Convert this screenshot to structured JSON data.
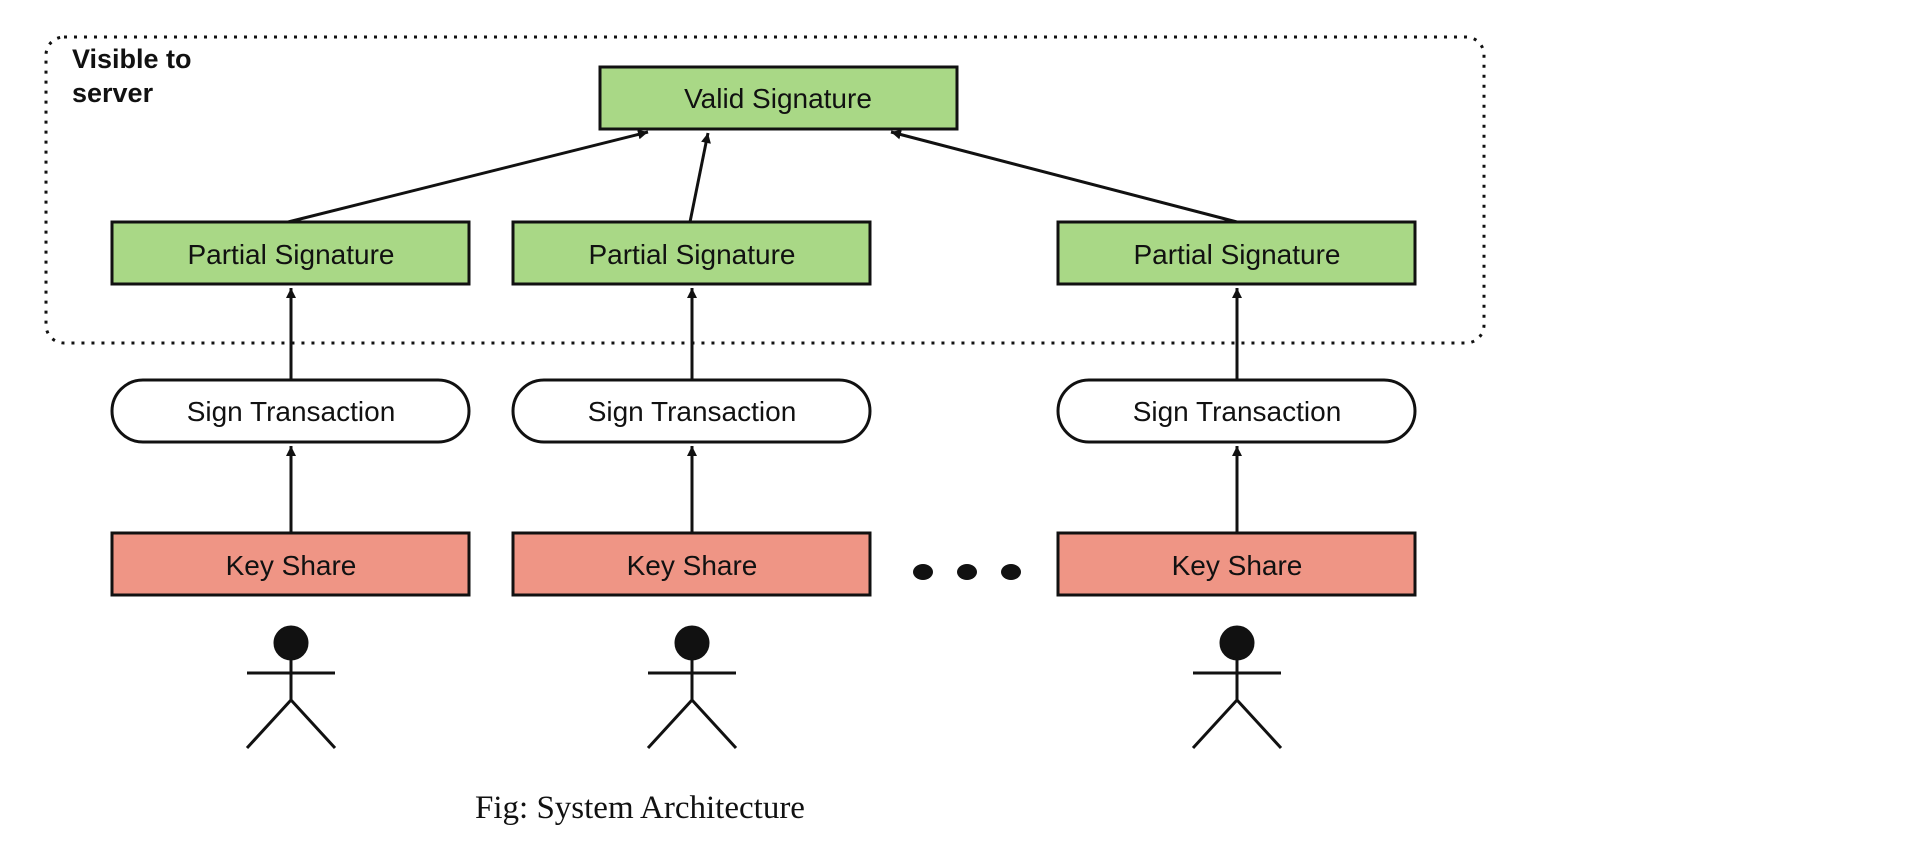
{
  "region": {
    "label_line1": "Visible to",
    "label_line2": "server"
  },
  "valid_signature": {
    "label": "Valid Signature"
  },
  "columns": [
    {
      "partial_signature": "Partial Signature",
      "sign_transaction": "Sign Transaction",
      "key_share": "Key Share"
    },
    {
      "partial_signature": "Partial Signature",
      "sign_transaction": "Sign Transaction",
      "key_share": "Key Share"
    },
    {
      "partial_signature": "Partial Signature",
      "sign_transaction": "Sign Transaction",
      "key_share": "Key Share"
    }
  ],
  "caption": "Fig: System Architecture",
  "colors": {
    "signature_fill": "#a9d886",
    "key_share_fill": "#ef9585",
    "operation_fill": "#ffffff",
    "stroke": "#111111"
  }
}
